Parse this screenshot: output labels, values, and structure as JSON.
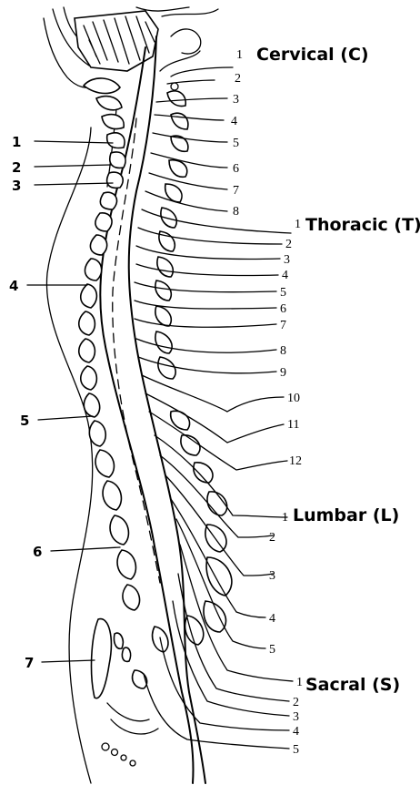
{
  "regions": [
    {
      "id": "cervical",
      "label": "Cervical (C)",
      "numbers": [
        "1",
        "2",
        "3",
        "4",
        "5",
        "6",
        "7",
        "8"
      ]
    },
    {
      "id": "thoracic",
      "label": "Thoracic (T)",
      "numbers": [
        "1",
        "2",
        "3",
        "4",
        "5",
        "6",
        "7",
        "8",
        "9",
        "10",
        "11",
        "12"
      ]
    },
    {
      "id": "lumbar",
      "label": "Lumbar (L)",
      "numbers": [
        "1",
        "2",
        "3",
        "4",
        "5"
      ]
    },
    {
      "id": "sacral",
      "label": "Sacral (S)",
      "numbers": [
        "1",
        "2",
        "3",
        "4",
        "5"
      ]
    }
  ],
  "left_labels": [
    "1",
    "2",
    "3",
    "4",
    "5",
    "6",
    "7"
  ]
}
